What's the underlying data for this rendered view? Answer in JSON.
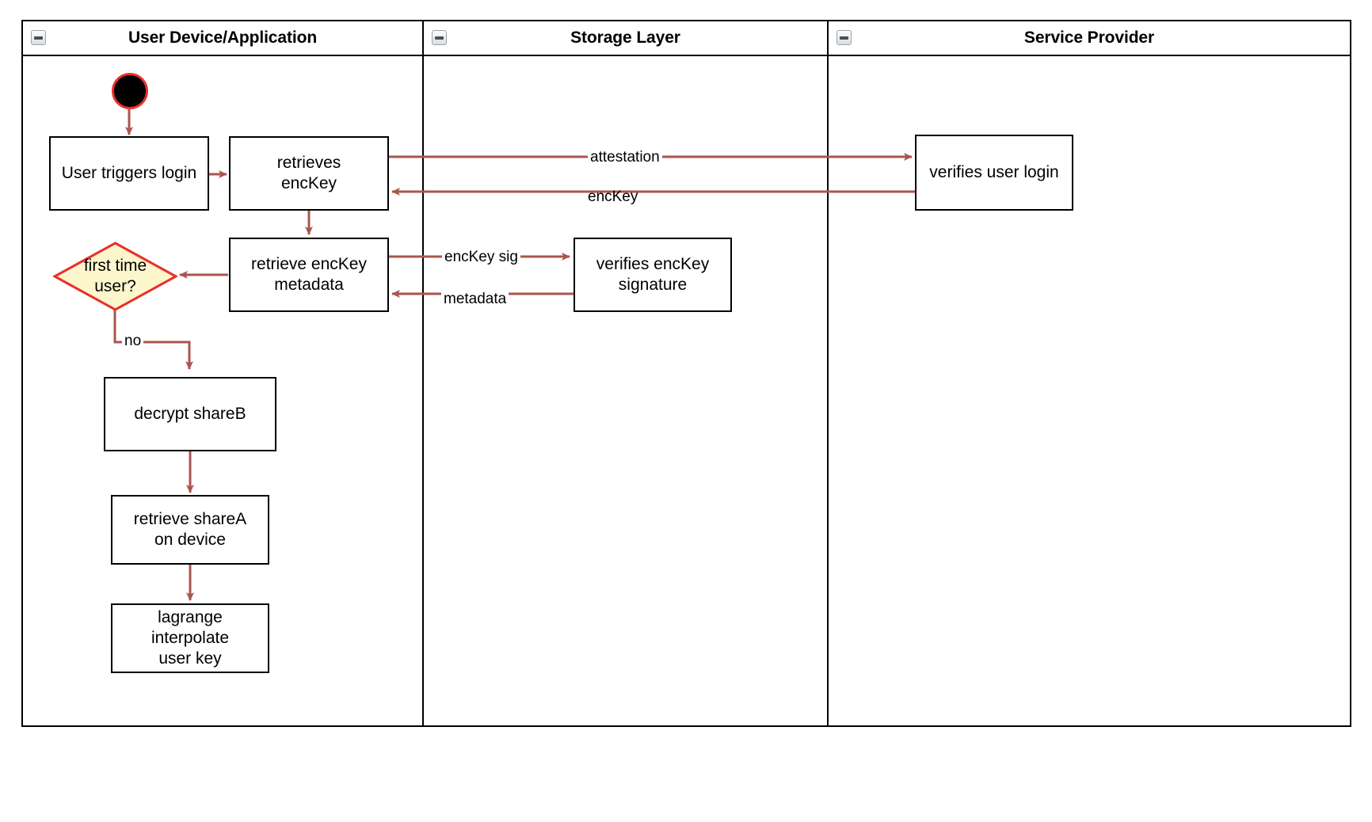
{
  "diagram": {
    "type": "swimlane-activity-diagram",
    "colors": {
      "edge": "#a9564f",
      "decision_fill": "#fdf6cd",
      "decision_stroke": "#e8312a",
      "node_stroke": "#000000",
      "start_ring": "#e8312a",
      "start_fill": "#000000",
      "lane_border": "#000000"
    },
    "lanes": [
      {
        "id": "lane-user-device",
        "title": "User Device/Application",
        "collapse_icon": "minus-square-icon"
      },
      {
        "id": "lane-storage",
        "title": "Storage Layer",
        "collapse_icon": "minus-square-icon"
      },
      {
        "id": "lane-service-provider",
        "title": "Service Provider",
        "collapse_icon": "minus-square-icon"
      }
    ],
    "nodes": [
      {
        "id": "start",
        "shape": "start-circle",
        "label": "",
        "lane": "lane-user-device"
      },
      {
        "id": "user-triggers-login",
        "shape": "rect",
        "label": "User triggers login",
        "lane": "lane-user-device"
      },
      {
        "id": "retrieves-enckey",
        "shape": "rect",
        "label": "retrieves\nencKey",
        "lane": "lane-user-device"
      },
      {
        "id": "retrieve-enckey-metadata",
        "shape": "rect",
        "label": "retrieve encKey\nmetadata",
        "lane": "lane-user-device"
      },
      {
        "id": "first-time-user",
        "shape": "diamond",
        "label": "first time\nuser?",
        "lane": "lane-user-device"
      },
      {
        "id": "decrypt-shareb",
        "shape": "rect",
        "label": "decrypt shareB",
        "lane": "lane-user-device"
      },
      {
        "id": "retrieve-sharea-on-device",
        "shape": "rect",
        "label": "retrieve shareA\non device",
        "lane": "lane-user-device"
      },
      {
        "id": "lagrange-interpolate-user-key",
        "shape": "rect",
        "label": "lagrange interpolate\nuser key",
        "lane": "lane-user-device"
      },
      {
        "id": "verifies-enckey-signature",
        "shape": "rect",
        "label": "verifies encKey\nsignature",
        "lane": "lane-storage"
      },
      {
        "id": "verifies-user-login",
        "shape": "rect",
        "label": "verifies user login",
        "lane": "lane-service-provider"
      }
    ],
    "edges": [
      {
        "id": "edge-start-to-login",
        "from": "start",
        "to": "user-triggers-login",
        "label": ""
      },
      {
        "id": "edge-login-to-retrieves",
        "from": "user-triggers-login",
        "to": "retrieves-enckey",
        "label": ""
      },
      {
        "id": "edge-attestation",
        "from": "retrieves-enckey",
        "to": "verifies-user-login",
        "label": "attestation"
      },
      {
        "id": "edge-enckey",
        "from": "verifies-user-login",
        "to": "retrieves-enckey",
        "label": "encKey"
      },
      {
        "id": "edge-retrieves-to-metadata",
        "from": "retrieves-enckey",
        "to": "retrieve-enckey-metadata",
        "label": ""
      },
      {
        "id": "edge-enckey-sig",
        "from": "retrieve-enckey-metadata",
        "to": "verifies-enckey-signature",
        "label": "encKey sig"
      },
      {
        "id": "edge-metadata",
        "from": "verifies-enckey-signature",
        "to": "retrieve-enckey-metadata",
        "label": "metadata"
      },
      {
        "id": "edge-metadata-to-decision",
        "from": "retrieve-enckey-metadata",
        "to": "first-time-user",
        "label": ""
      },
      {
        "id": "edge-decision-no",
        "from": "first-time-user",
        "to": "decrypt-shareb",
        "label": "no"
      },
      {
        "id": "edge-decrypt-to-retrieve",
        "from": "decrypt-shareb",
        "to": "retrieve-sharea-on-device",
        "label": ""
      },
      {
        "id": "edge-retrieve-to-lagrange",
        "from": "retrieve-sharea-on-device",
        "to": "lagrange-interpolate-user-key",
        "label": ""
      }
    ]
  }
}
